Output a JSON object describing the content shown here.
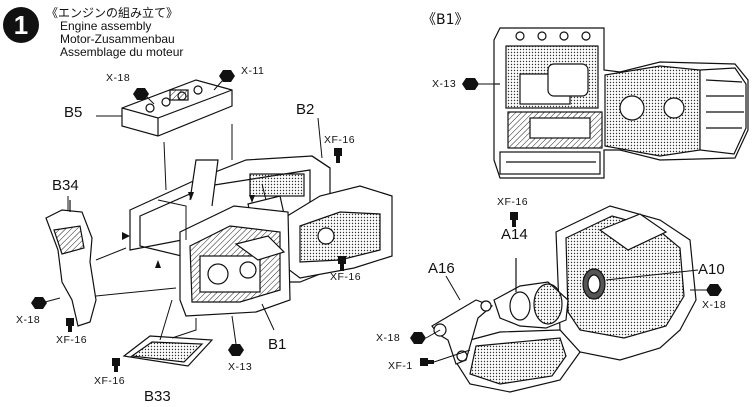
{
  "step": {
    "number": "1"
  },
  "titles": {
    "japanese": "《エンジンの組み立て》",
    "english": "Engine assembly",
    "german": "Motor-Zusammenbau",
    "french": "Assemblage du moteur"
  },
  "detail_view": {
    "label": "《B1》"
  },
  "part_labels": {
    "b5": "B5",
    "b2": "B2",
    "b34": "B34",
    "b1": "B1",
    "b33": "B33",
    "a14": "A14",
    "a16": "A16",
    "a10": "A10"
  },
  "screw_labels": {
    "x18_top": "X-18",
    "x11": "X-11",
    "xf16_b2": "XF-16",
    "xf16_right": "XF-16",
    "x18_left": "X-18",
    "xf16_left": "XF-16",
    "x13_bottom": "X-13",
    "xf16_bottom": "XF-16",
    "x13_detail": "X-13",
    "xf16_a14": "XF-16",
    "x18_a10": "X-18",
    "x18_a16": "X-18",
    "xf1_a16": "XF-1"
  }
}
